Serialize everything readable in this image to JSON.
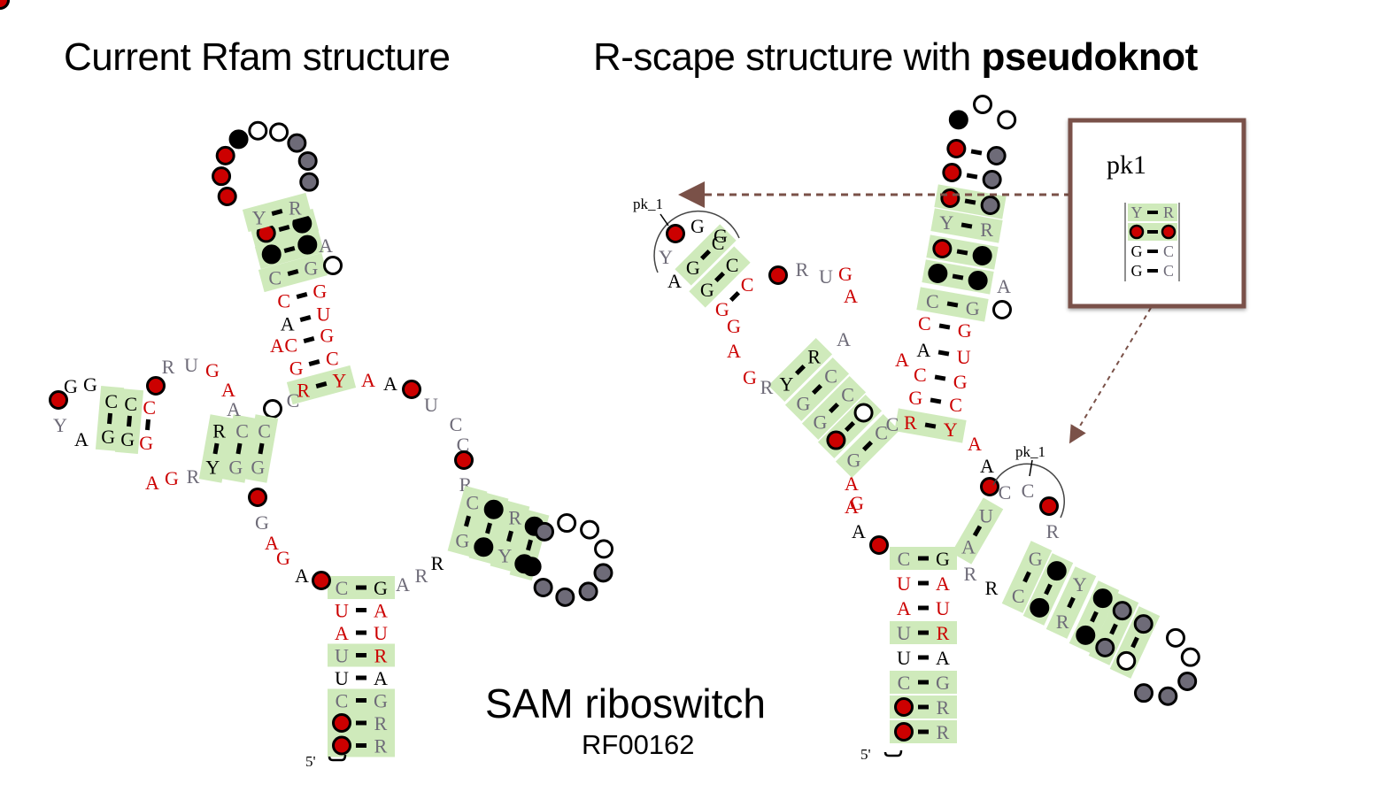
{
  "titles": {
    "left": "Current Rfam structure",
    "right_prefix": "R-scape structure with ",
    "right_bold": "pseudoknot"
  },
  "caption": {
    "name": "SAM riboswitch",
    "accession": "RF00162"
  },
  "colors": {
    "red": "#cc0000",
    "gray": "#6e6b78",
    "black": "#000000",
    "highlight": "#cfeabb",
    "arrow": "#7a5148",
    "circle_red": "#cc0000",
    "circle_gray": "#6e6b78",
    "circle_black": "#000000",
    "circle_white": "#ffffff"
  },
  "labels": {
    "five_prime": "5'",
    "pk_marker": "pk_1",
    "pk_box_title": "pk1"
  },
  "pk_box": {
    "pairs": [
      {
        "l": "Y",
        "lc": "gray",
        "r": "R",
        "rc": "gray",
        "hl": true
      },
      {
        "l": "o",
        "lc": "red",
        "r": "o",
        "rc": "red",
        "hl": true
      },
      {
        "l": "G",
        "lc": "black",
        "r": "C",
        "rc": "gray",
        "hl": false
      },
      {
        "l": "G",
        "lc": "black",
        "r": "C",
        "rc": "gray",
        "hl": false
      }
    ]
  },
  "left_structure": {
    "p1_stem": [
      {
        "l": "C",
        "lc": "gray",
        "r": "G",
        "rc": "black",
        "hl": true
      },
      {
        "l": "U",
        "lc": "red",
        "r": "A",
        "rc": "red",
        "hl": false
      },
      {
        "l": "A",
        "lc": "red",
        "r": "U",
        "rc": "red",
        "hl": false
      },
      {
        "l": "U",
        "lc": "gray",
        "r": "R",
        "rc": "red",
        "hl": true
      },
      {
        "l": "U",
        "lc": "black",
        "r": "A",
        "rc": "black",
        "hl": false
      },
      {
        "l": "C",
        "lc": "gray",
        "r": "G",
        "rc": "gray",
        "hl": true
      },
      {
        "l": "o",
        "lc": "red",
        "r": "R",
        "rc": "gray",
        "hl": true
      },
      {
        "l": "o",
        "lc": "red",
        "r": "R",
        "rc": "gray",
        "hl": true
      }
    ],
    "p2_stem": [
      {
        "l": "R",
        "lc": "red",
        "r": "Y",
        "rc": "red",
        "hl": true
      },
      {
        "l": "G",
        "lc": "red",
        "r": "C",
        "rc": "red",
        "hl": false
      },
      {
        "l": "C",
        "lc": "red",
        "r": "G",
        "rc": "red",
        "hl": false
      },
      {
        "l": "A",
        "lc": "black",
        "r": "U",
        "rc": "red",
        "hl": false
      },
      {
        "l": "C",
        "lc": "red",
        "r": "G",
        "rc": "red",
        "hl": false
      },
      {
        "l": "C",
        "lc": "gray",
        "r": "G",
        "rc": "gray",
        "hl": true
      },
      {
        "l": "o",
        "lc": "black",
        "r": "o",
        "rc": "black",
        "hl": true
      },
      {
        "l": "o",
        "lc": "red",
        "r": "o",
        "rc": "black",
        "hl": true
      },
      {
        "l": "Y",
        "lc": "gray",
        "r": "R",
        "rc": "gray",
        "hl": true
      }
    ],
    "p2_loop": [
      "red",
      "red",
      "red",
      "black",
      "white",
      "white",
      "gray",
      "gray",
      "gray"
    ],
    "p2_bulge": [
      {
        "t": "A",
        "c": "gray"
      },
      {
        "t": "o",
        "c": "white"
      }
    ],
    "p2_5prime_extra": {
      "t": "A",
      "c": "red"
    },
    "p3_stem": [
      {
        "l": "R",
        "lc": "black",
        "r": "Y",
        "rc": "black",
        "hl": true
      },
      {
        "l": "C",
        "lc": "gray",
        "r": "G",
        "rc": "gray",
        "hl": true
      },
      {
        "l": "C",
        "lc": "gray",
        "r": "G",
        "rc": "gray",
        "hl": true
      }
    ],
    "p3_outer_stem": [
      {
        "l": "C",
        "lc": "black",
        "r": "G",
        "rc": "black",
        "hl": true
      },
      {
        "l": "C",
        "lc": "black",
        "r": "G",
        "rc": "black",
        "hl": true
      },
      {
        "l": "C",
        "lc": "red",
        "r": "G",
        "rc": "red",
        "hl": false
      }
    ],
    "p3_hairpin_loop": [
      {
        "t": "o",
        "c": "red"
      },
      {
        "t": "G",
        "c": "black"
      },
      {
        "t": "G",
        "c": "black"
      },
      {
        "t": "Y",
        "c": "gray"
      },
      {
        "t": "A",
        "c": "black"
      }
    ],
    "p3_internal_top": [
      {
        "t": "o",
        "c": "red"
      },
      {
        "t": "R",
        "c": "gray"
      },
      {
        "t": "U",
        "c": "gray"
      },
      {
        "t": "G",
        "c": "red"
      },
      {
        "t": "A",
        "c": "red"
      },
      {
        "t": "A",
        "c": "gray"
      }
    ],
    "p3_internal_bottom": [
      {
        "t": "A",
        "c": "red"
      },
      {
        "t": "G",
        "c": "red"
      },
      {
        "t": "R",
        "c": "gray"
      }
    ],
    "j_p3_p2": [
      {
        "t": "o",
        "c": "white"
      },
      {
        "t": "C",
        "c": "gray"
      }
    ],
    "j_p2_p4": [
      {
        "t": "A",
        "c": "red"
      },
      {
        "t": "A",
        "c": "black"
      },
      {
        "t": "o",
        "c": "red"
      },
      {
        "t": "U",
        "c": "gray"
      },
      {
        "t": "C",
        "c": "gray"
      },
      {
        "t": "C",
        "c": "gray"
      },
      {
        "t": "o",
        "c": "red"
      },
      {
        "t": "R",
        "c": "gray"
      }
    ],
    "p4_stem": [
      {
        "l": "C",
        "lc": "gray",
        "r": "G",
        "rc": "gray",
        "hl": true
      },
      {
        "l": "o",
        "lc": "black",
        "r": "o",
        "rc": "black",
        "hl": true
      },
      {
        "l": "R",
        "lc": "gray",
        "r": "Y",
        "rc": "gray",
        "hl": true
      },
      {
        "l": "o",
        "lc": "black",
        "r": "o",
        "rc": "black",
        "hl": true
      }
    ],
    "p4_loop": [
      "gray",
      "white",
      "white",
      "white",
      "gray",
      "gray",
      "gray",
      "gray",
      "black"
    ],
    "j_p4_p1": [
      {
        "t": "R",
        "c": "black"
      },
      {
        "t": "R",
        "c": "gray"
      },
      {
        "t": "A",
        "c": "gray"
      }
    ],
    "j_p1_p3": [
      {
        "t": "o",
        "c": "red"
      },
      {
        "t": "G",
        "c": "gray"
      },
      {
        "t": "A",
        "c": "red"
      },
      {
        "t": "G",
        "c": "red"
      },
      {
        "t": "A",
        "c": "black"
      },
      {
        "t": "o",
        "c": "red"
      }
    ]
  },
  "right_structure": {
    "p1_stem": [
      {
        "l": "C",
        "lc": "gray",
        "r": "G",
        "rc": "black",
        "hl": true
      },
      {
        "l": "U",
        "lc": "red",
        "r": "A",
        "rc": "red",
        "hl": false
      },
      {
        "l": "A",
        "lc": "red",
        "r": "U",
        "rc": "red",
        "hl": false
      },
      {
        "l": "U",
        "lc": "gray",
        "r": "R",
        "rc": "red",
        "hl": true
      },
      {
        "l": "U",
        "lc": "black",
        "r": "A",
        "rc": "black",
        "hl": false
      },
      {
        "l": "C",
        "lc": "gray",
        "r": "G",
        "rc": "gray",
        "hl": true
      },
      {
        "l": "o",
        "lc": "red",
        "r": "R",
        "rc": "gray",
        "hl": true
      },
      {
        "l": "o",
        "lc": "red",
        "r": "R",
        "rc": "gray",
        "hl": true
      }
    ],
    "p2_stem": [
      {
        "l": "R",
        "lc": "red",
        "r": "Y",
        "rc": "red",
        "hl": true
      },
      {
        "l": "G",
        "lc": "red",
        "r": "C",
        "rc": "red",
        "hl": false
      },
      {
        "l": "C",
        "lc": "red",
        "r": "G",
        "rc": "red",
        "hl": false
      },
      {
        "l": "A",
        "lc": "black",
        "r": "U",
        "rc": "red",
        "hl": false
      },
      {
        "l": "C",
        "lc": "red",
        "r": "G",
        "rc": "red",
        "hl": false
      },
      {
        "l": "C",
        "lc": "gray",
        "r": "G",
        "rc": "gray",
        "hl": true
      },
      {
        "l": "o",
        "lc": "black",
        "r": "o",
        "rc": "black",
        "hl": true
      },
      {
        "l": "o",
        "lc": "red",
        "r": "o",
        "rc": "black",
        "hl": true
      },
      {
        "l": "Y",
        "lc": "gray",
        "r": "R",
        "rc": "gray",
        "hl": true
      },
      {
        "l": "o",
        "lc": "red",
        "r": "o",
        "rc": "gray",
        "hl": true
      },
      {
        "l": "o",
        "lc": "red",
        "r": "o",
        "rc": "gray",
        "hl": false
      },
      {
        "l": "o",
        "lc": "red",
        "r": "o",
        "rc": "gray",
        "hl": false
      }
    ],
    "p2_loop": [
      "black",
      "white",
      "white"
    ],
    "p3_stem": [
      {
        "l": "Y",
        "lc": "black",
        "r": "R",
        "rc": "black",
        "hl": true
      },
      {
        "l": "G",
        "lc": "gray",
        "r": "C",
        "rc": "gray",
        "hl": true
      },
      {
        "l": "G",
        "lc": "gray",
        "r": "C",
        "rc": "gray",
        "hl": true
      },
      {
        "l": "o",
        "lc": "red",
        "r": "o",
        "rc": "white",
        "hl": true
      },
      {
        "l": "G",
        "lc": "gray",
        "r": "C",
        "rc": "gray",
        "hl": true
      }
    ],
    "p3_outer_stem": [
      {
        "l": "G",
        "lc": "black",
        "r": "C",
        "rc": "black",
        "hl": true
      },
      {
        "l": "G",
        "lc": "black",
        "r": "C",
        "rc": "black",
        "hl": true
      },
      {
        "l": "G",
        "lc": "red",
        "r": "C",
        "rc": "red",
        "hl": false
      }
    ],
    "p4_stem": [
      {
        "l": "G",
        "lc": "gray",
        "r": "C",
        "rc": "gray",
        "hl": true
      },
      {
        "l": "o",
        "lc": "black",
        "r": "o",
        "rc": "black",
        "hl": true
      },
      {
        "l": "Y",
        "lc": "gray",
        "r": "R",
        "rc": "gray",
        "hl": true
      },
      {
        "l": "o",
        "lc": "black",
        "r": "o",
        "rc": "black",
        "hl": true
      },
      {
        "l": "o",
        "lc": "gray",
        "r": "o",
        "rc": "gray",
        "hl": true
      },
      {
        "l": "o",
        "lc": "gray",
        "r": "o",
        "rc": "white",
        "hl": true
      }
    ],
    "p4_loop": [
      "white",
      "white",
      "gray",
      "gray",
      "gray"
    ],
    "ua_pair": {
      "l": "U",
      "lc": "gray",
      "r": "A",
      "rc": "gray",
      "hl": true
    }
  }
}
